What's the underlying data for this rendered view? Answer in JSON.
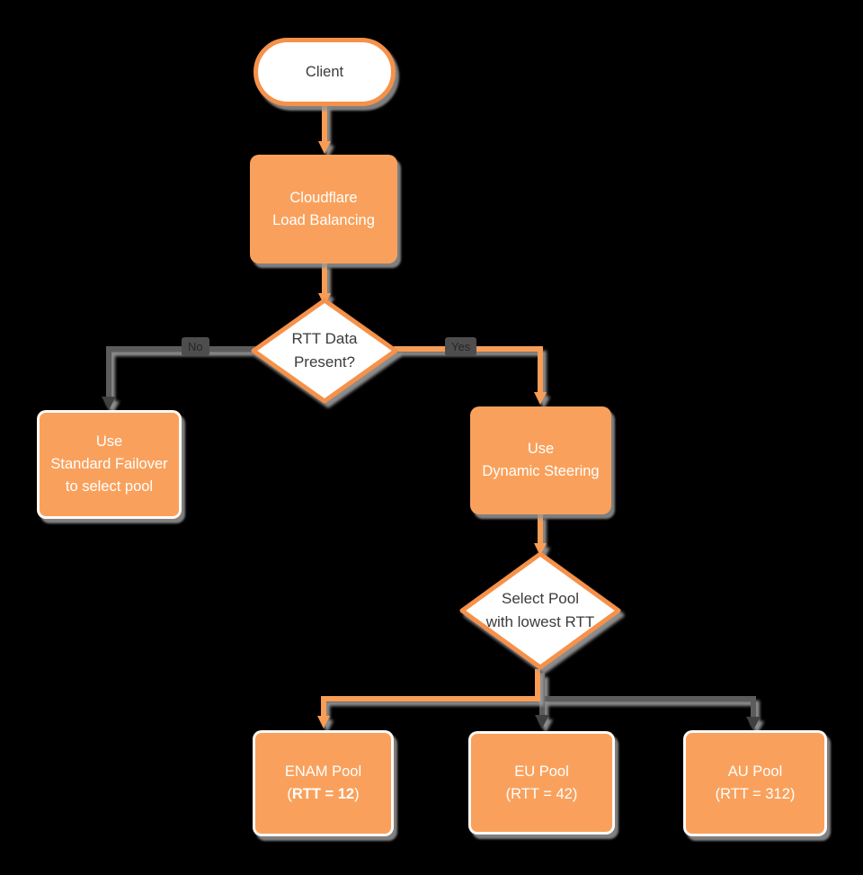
{
  "nodes": {
    "client": {
      "label": "Client"
    },
    "load_balancer": {
      "line1": "Cloudflare",
      "line2": "Load Balancing"
    },
    "rtt_decision": {
      "line1": "RTT Data",
      "line2": "Present?"
    },
    "standard_failover": {
      "line1": "Use",
      "line2": "Standard Failover",
      "line3": "to select pool"
    },
    "dynamic_steering": {
      "line1": "Use",
      "line2": "Dynamic Steering"
    },
    "select_pool": {
      "line1": "Select Pool",
      "line2": "with lowest RTT"
    },
    "pools": [
      {
        "name": "ENAM Pool",
        "paren_open": "(",
        "rtt": "RTT = 12",
        "paren_close": ")"
      },
      {
        "name": "EU Pool",
        "paren_open": "(",
        "rtt": "RTT = 42",
        "paren_close": ")"
      },
      {
        "name": "AU Pool",
        "paren_open": "(",
        "rtt": "RTT = 312",
        "paren_close": ")"
      }
    ]
  },
  "edges": {
    "no_label": "No",
    "yes_label": "Yes"
  },
  "colors": {
    "background": "#000000",
    "node_orange": "#F9A15C",
    "outline_orange": "#F6914A",
    "line_orange": "#F89D55",
    "line_gray": "#5C5C5C",
    "arrow_dark": "#3F3F3F",
    "text_white": "#FFFFFF",
    "text_dark": "#3B3B3B",
    "shadow_gray": "#9B9B9B"
  }
}
